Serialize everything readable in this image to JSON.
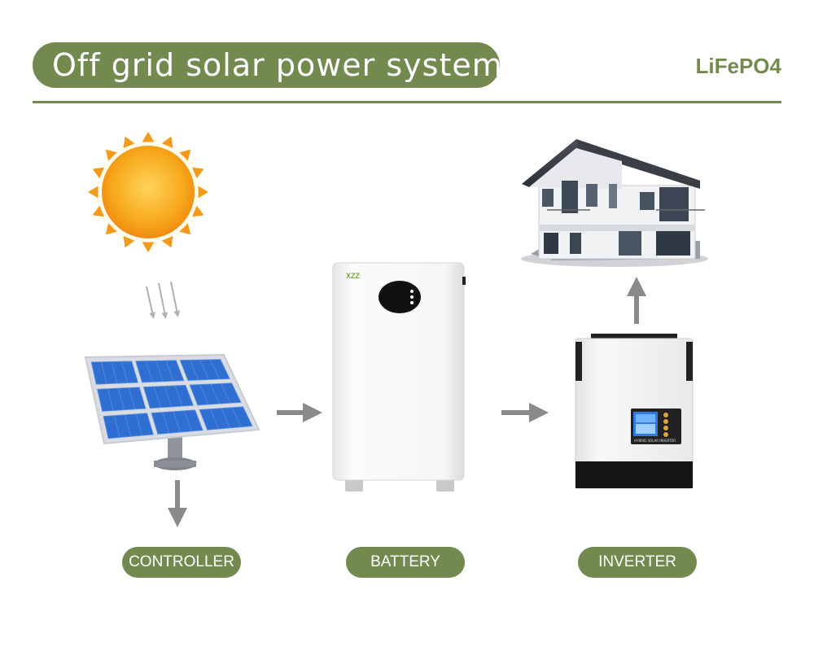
{
  "header": {
    "title": "Off grid solar power system",
    "tag": "LiFePO4"
  },
  "battery": {
    "brand": "XZZ"
  },
  "inverter": {
    "panel_text": "HYBRID SOLAR INVERTER"
  },
  "labels": {
    "controller": "CONTROLLER",
    "battery": "BATTERY",
    "inverter": "INVERTER"
  },
  "colors": {
    "accent": "#738a4f",
    "arrow": "#8a8a8a",
    "sun": "#f7a81b",
    "panel": "#2f6fd1"
  },
  "icons": [
    "sun-icon",
    "sun-rays-arrows",
    "solar-panel",
    "battery-unit",
    "inverter-unit",
    "house",
    "flow-arrow"
  ]
}
